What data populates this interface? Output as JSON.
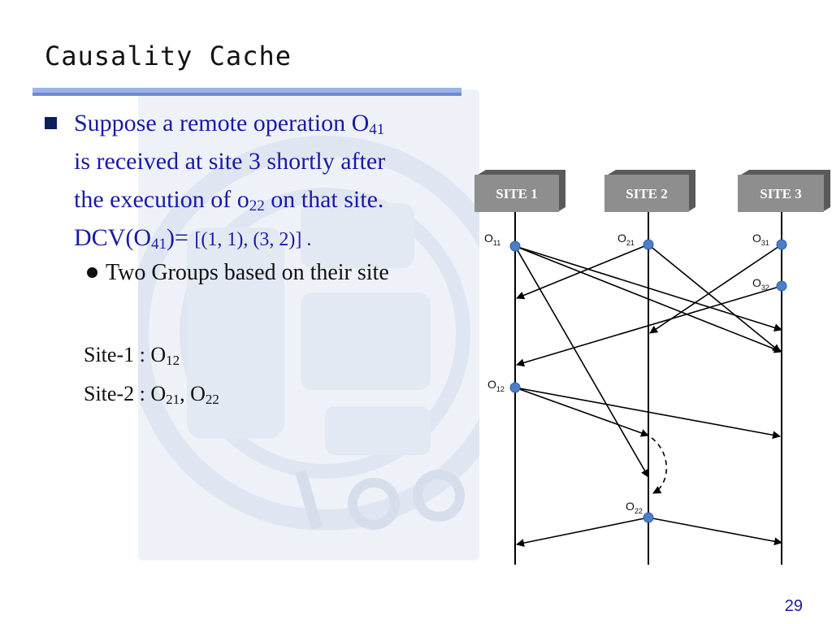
{
  "slide": {
    "title": "Causality Cache",
    "page_number": "29"
  },
  "bullet": {
    "line1_text": "Suppose a remote operation O",
    "line1_sub": "41",
    "line2_text": "is received at site 3 shortly after",
    "line3_text": "the execution of o",
    "line3_sub": "22",
    "line3_tail": " on that site.",
    "line4_prefix": "DCV(O",
    "line4_sub": "41",
    "line4_mid": ")= ",
    "line4_set": "[(1, 1), (3, 2)] ."
  },
  "sub_bullet": {
    "text": "Two Groups based on their site"
  },
  "groups": {
    "site1_prefix": "Site-1 : O",
    "site1_sub": "12",
    "site2_prefix": "Site-2 : O",
    "site2_sub1": "21",
    "site2_sep": ", O",
    "site2_sub2": "22"
  },
  "diagram": {
    "sites": [
      {
        "label": "SITE 1"
      },
      {
        "label": "SITE 2"
      },
      {
        "label": "SITE 3"
      }
    ],
    "operations": [
      {
        "base": "O",
        "sub": "11"
      },
      {
        "base": "O",
        "sub": "21"
      },
      {
        "base": "O",
        "sub": "31"
      },
      {
        "base": "O",
        "sub": "32"
      },
      {
        "base": "O",
        "sub": "12"
      },
      {
        "base": "O",
        "sub": "22"
      }
    ],
    "colors": {
      "site_box": "#8e8e8e",
      "site_box_shadow": "#5a5a5a",
      "node": "#4a7fc8",
      "line": "#000000"
    }
  },
  "colors": {
    "bullet_text": "#1a1aa6",
    "title_rule": "#9db3e6",
    "title_rule_dark": "#6e8ad0",
    "bullet_square": "#0a1f5c",
    "watermark": "#dfe6f1"
  }
}
